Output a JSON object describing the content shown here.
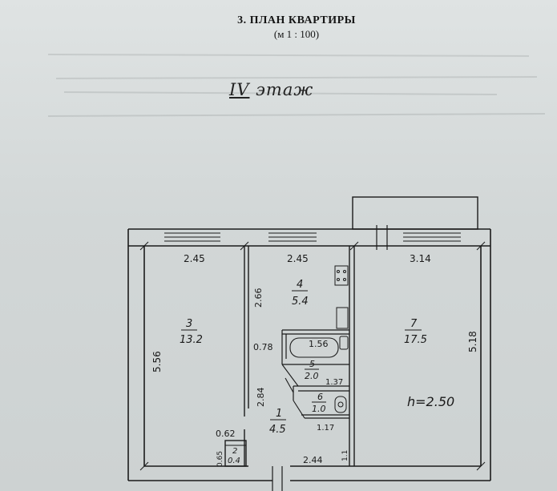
{
  "header": {
    "title": "3. ПЛАН КВАРТИРЫ",
    "scale": "(м 1 : 100)"
  },
  "floor_label": {
    "numeral": "IV",
    "word": "этаж"
  },
  "rooms": [
    {
      "id": "r3",
      "number": "3",
      "area": "13.2"
    },
    {
      "id": "r4",
      "number": "4",
      "area": "5.4"
    },
    {
      "id": "r7",
      "number": "7",
      "area": "17.5"
    },
    {
      "id": "r5",
      "number": "5",
      "area": "2.0"
    },
    {
      "id": "r6",
      "number": "6",
      "area": "1.0"
    },
    {
      "id": "r1",
      "number": "1",
      "area": "4.5"
    },
    {
      "id": "r2",
      "number": "2",
      "area": "0.4"
    }
  ],
  "dimensions": {
    "top_left": "2.45",
    "top_mid": "2.45",
    "top_right": "3.14",
    "left_height": "5.56",
    "right_height": "5.18",
    "kitchen_side": "2.66",
    "bath_width": "1.56",
    "bath_side": "0.78",
    "toilet_width": "1.37",
    "hall_side": "2.84",
    "hall_bottom": "2.44",
    "hall_right": "1.17",
    "closet_top": "0.62",
    "closet_side": "0.65",
    "hall_edge": "1.1"
  },
  "ceiling_height": "h=2.50"
}
